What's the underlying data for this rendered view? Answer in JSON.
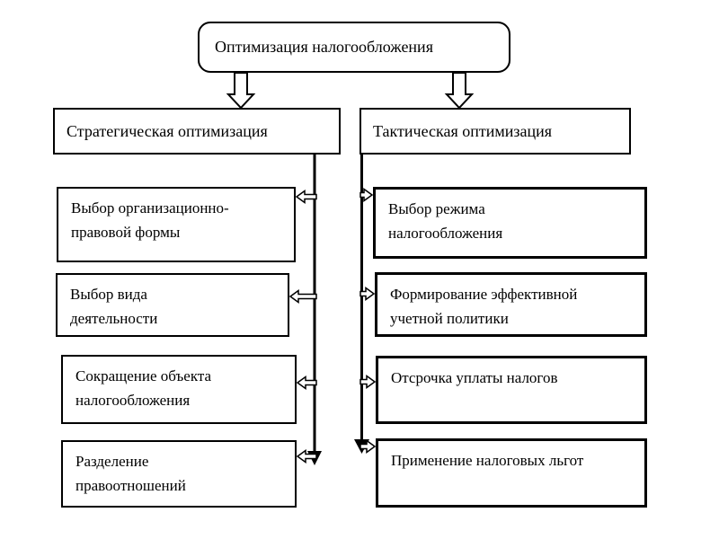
{
  "diagram": {
    "title": "Оптимизация налогообложения",
    "colors": {
      "line": "#000000",
      "box_fill": "#ffffff",
      "background": "#ffffff"
    },
    "branches": [
      {
        "label": "Стратегическая оптимизация",
        "items": [
          {
            "lines": [
              "Выбор организационно-",
              "правовой формы"
            ]
          },
          {
            "lines": [
              "Выбор вида",
              "деятельности"
            ]
          },
          {
            "lines": [
              "Сокращение объекта",
              "налогообложения"
            ]
          },
          {
            "lines": [
              "Разделение",
              "правоотношений"
            ]
          }
        ]
      },
      {
        "label": "Тактическая оптимизация",
        "items": [
          {
            "lines": [
              "Выбор режима",
              "налогообложения"
            ]
          },
          {
            "lines": [
              "Формирование эффективной",
              "учетной политики"
            ]
          },
          {
            "lines": [
              "Отсрочка уплаты налогов"
            ]
          },
          {
            "lines": [
              "Применение налоговых льгот"
            ]
          }
        ]
      }
    ]
  }
}
